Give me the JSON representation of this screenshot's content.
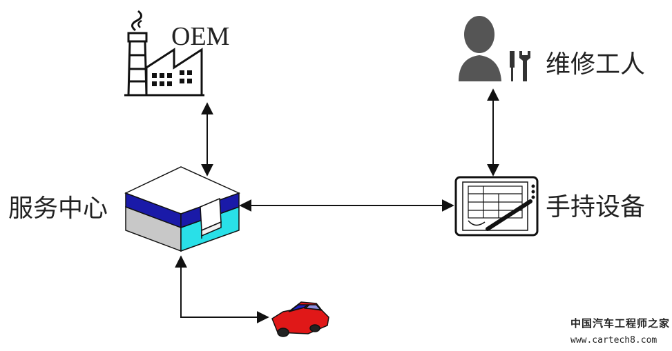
{
  "nodes": {
    "oem": {
      "label": "OEM",
      "icon": "factory-icon"
    },
    "repair_worker": {
      "label": "维修工人",
      "icon": "worker-with-tools-icon"
    },
    "service_center": {
      "label": "服务中心",
      "icon": "server-box-icon"
    },
    "handheld_device": {
      "label": "手持设备",
      "icon": "tablet-device-icon"
    },
    "vehicle": {
      "icon": "red-car-icon"
    }
  },
  "connections": [
    {
      "from": "oem",
      "to": "service_center",
      "direction": "bidirectional"
    },
    {
      "from": "repair_worker",
      "to": "handheld_device",
      "direction": "bidirectional"
    },
    {
      "from": "service_center",
      "to": "handheld_device",
      "direction": "bidirectional"
    },
    {
      "from": "service_center",
      "to": "vehicle",
      "direction": "bidirectional"
    }
  ],
  "watermark": {
    "line1": "中国汽车工程师之家",
    "line2": "www.cartech8.com"
  },
  "colors": {
    "stroke": "#111111",
    "blue": "#1a1aa8",
    "cyan": "#29e0e8",
    "gray": "#c8c8c8",
    "car_red": "#e01818",
    "icon_gray": "#555555"
  }
}
